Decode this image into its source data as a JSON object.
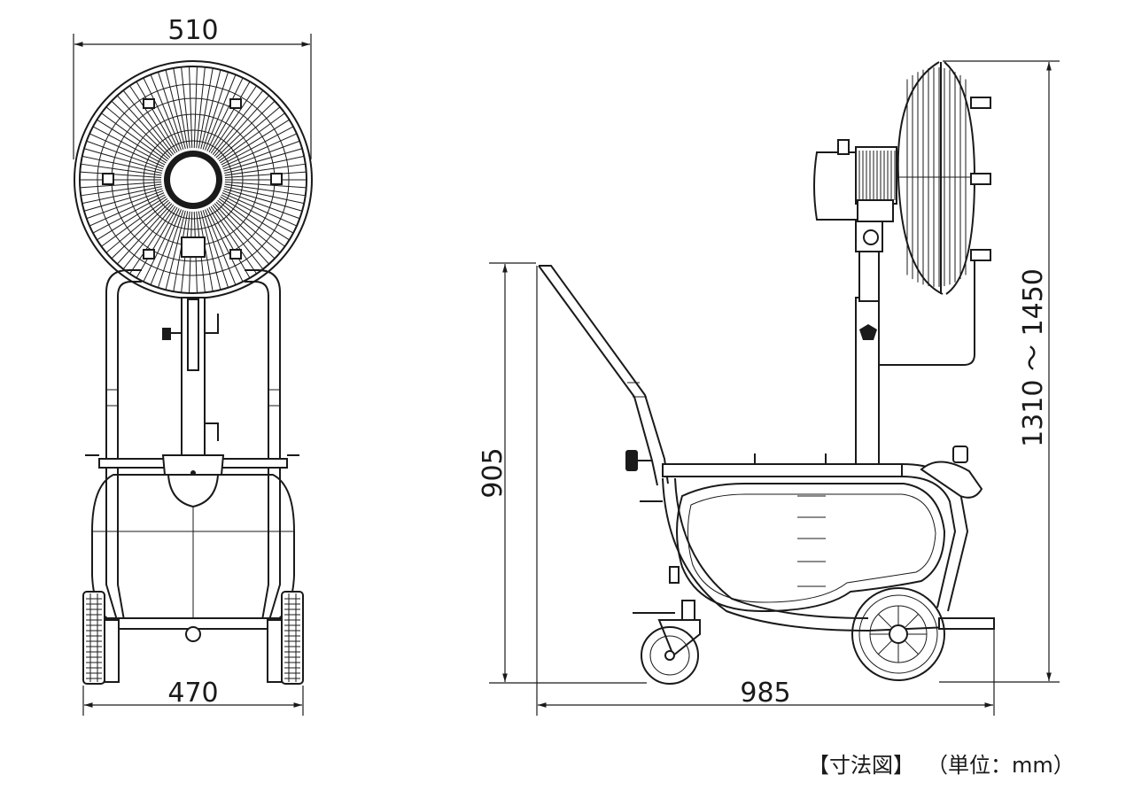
{
  "dimensions": {
    "front_width_top": "510",
    "front_width_bottom": "470",
    "side_height_handle": "905",
    "side_length": "985",
    "side_height_range": "1310 ～ 1450"
  },
  "caption": {
    "title": "【寸法図】",
    "unit": "（単位：mm）"
  }
}
